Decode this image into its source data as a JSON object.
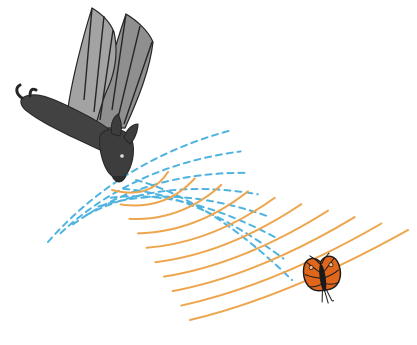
{
  "scene": {
    "subjects": [
      "bat",
      "moth"
    ],
    "colors": {
      "background": "#ffffff",
      "outgoing_wave": "#4fb3e0",
      "echo_wave": "#eda64e",
      "bat_body": "#3d3d3d",
      "bat_wing_membrane": "#8b8b8b",
      "bat_wing_bone": "#262626",
      "moth_wing": "#e0661c",
      "moth_outline": "#1a1a1a"
    },
    "outgoing_wave_count": 8,
    "echo_wave_count": 10
  }
}
